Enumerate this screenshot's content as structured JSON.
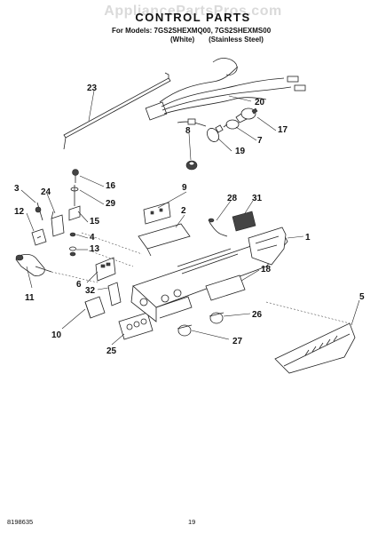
{
  "header": {
    "watermark": "AppliancePartsPros.com",
    "title": "CONTROL PARTS",
    "models": "For Models: 7GS2SHEXMQ00, 7GS2SHEXMS00",
    "variant_white": "(White)",
    "variant_steel": "(Stainless Steel)"
  },
  "callouts": [
    "23",
    "20",
    "17",
    "8",
    "7",
    "19",
    "3",
    "24",
    "16",
    "29",
    "12",
    "15",
    "4",
    "13",
    "11",
    "6",
    "32",
    "9",
    "2",
    "28",
    "31",
    "1",
    "18",
    "5",
    "26",
    "10",
    "25",
    "27"
  ],
  "footer": {
    "doc_number": "8198635",
    "page_number": "19"
  }
}
